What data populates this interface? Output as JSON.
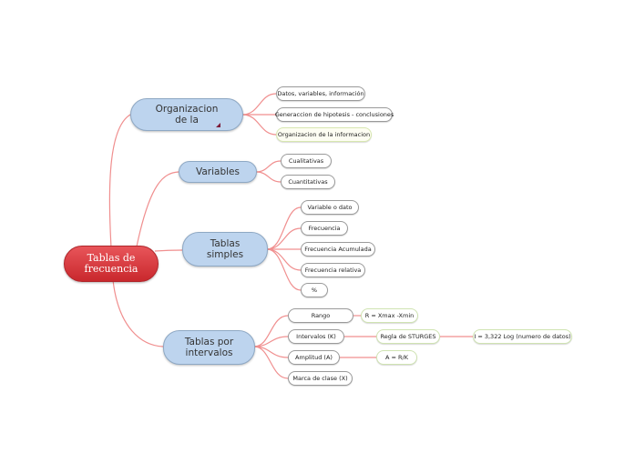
{
  "root": {
    "label_line1": "Tablas de",
    "label_line2": "frecuencia"
  },
  "branches": {
    "organizacion": {
      "label_line1": "Organizacion",
      "label_line2": "de la",
      "children": [
        "Datos, variables, información",
        "Generaccion de hipotesis - conclusiones",
        "Organizacion de la informacion"
      ]
    },
    "variables": {
      "label": "Variables",
      "children": [
        "Cualitativas",
        "Cuantitativas"
      ]
    },
    "simples": {
      "label_line1": "Tablas",
      "label_line2": "simples",
      "children": [
        "Variable o dato",
        "Frecuencia",
        "Frecuencia Acumulada",
        "Frecuencia relativa",
        "%"
      ]
    },
    "intervalos": {
      "label_line1": "Tablas por",
      "label_line2": "intervalos",
      "children": [
        "Rango",
        "Intervalos (K)",
        "Amplitud (A)",
        "Marca de clase (X)"
      ],
      "rango_formula": "R = Xmax -Xmin",
      "sturges": "Regla de STURGES",
      "sturges_formula": "I = 3,322 Log (numero de datos)",
      "amplitud_formula": "A = R/K"
    }
  },
  "colors": {
    "link": "#f08f8f",
    "root": "#d9363b",
    "main": "#bdd4ee"
  }
}
